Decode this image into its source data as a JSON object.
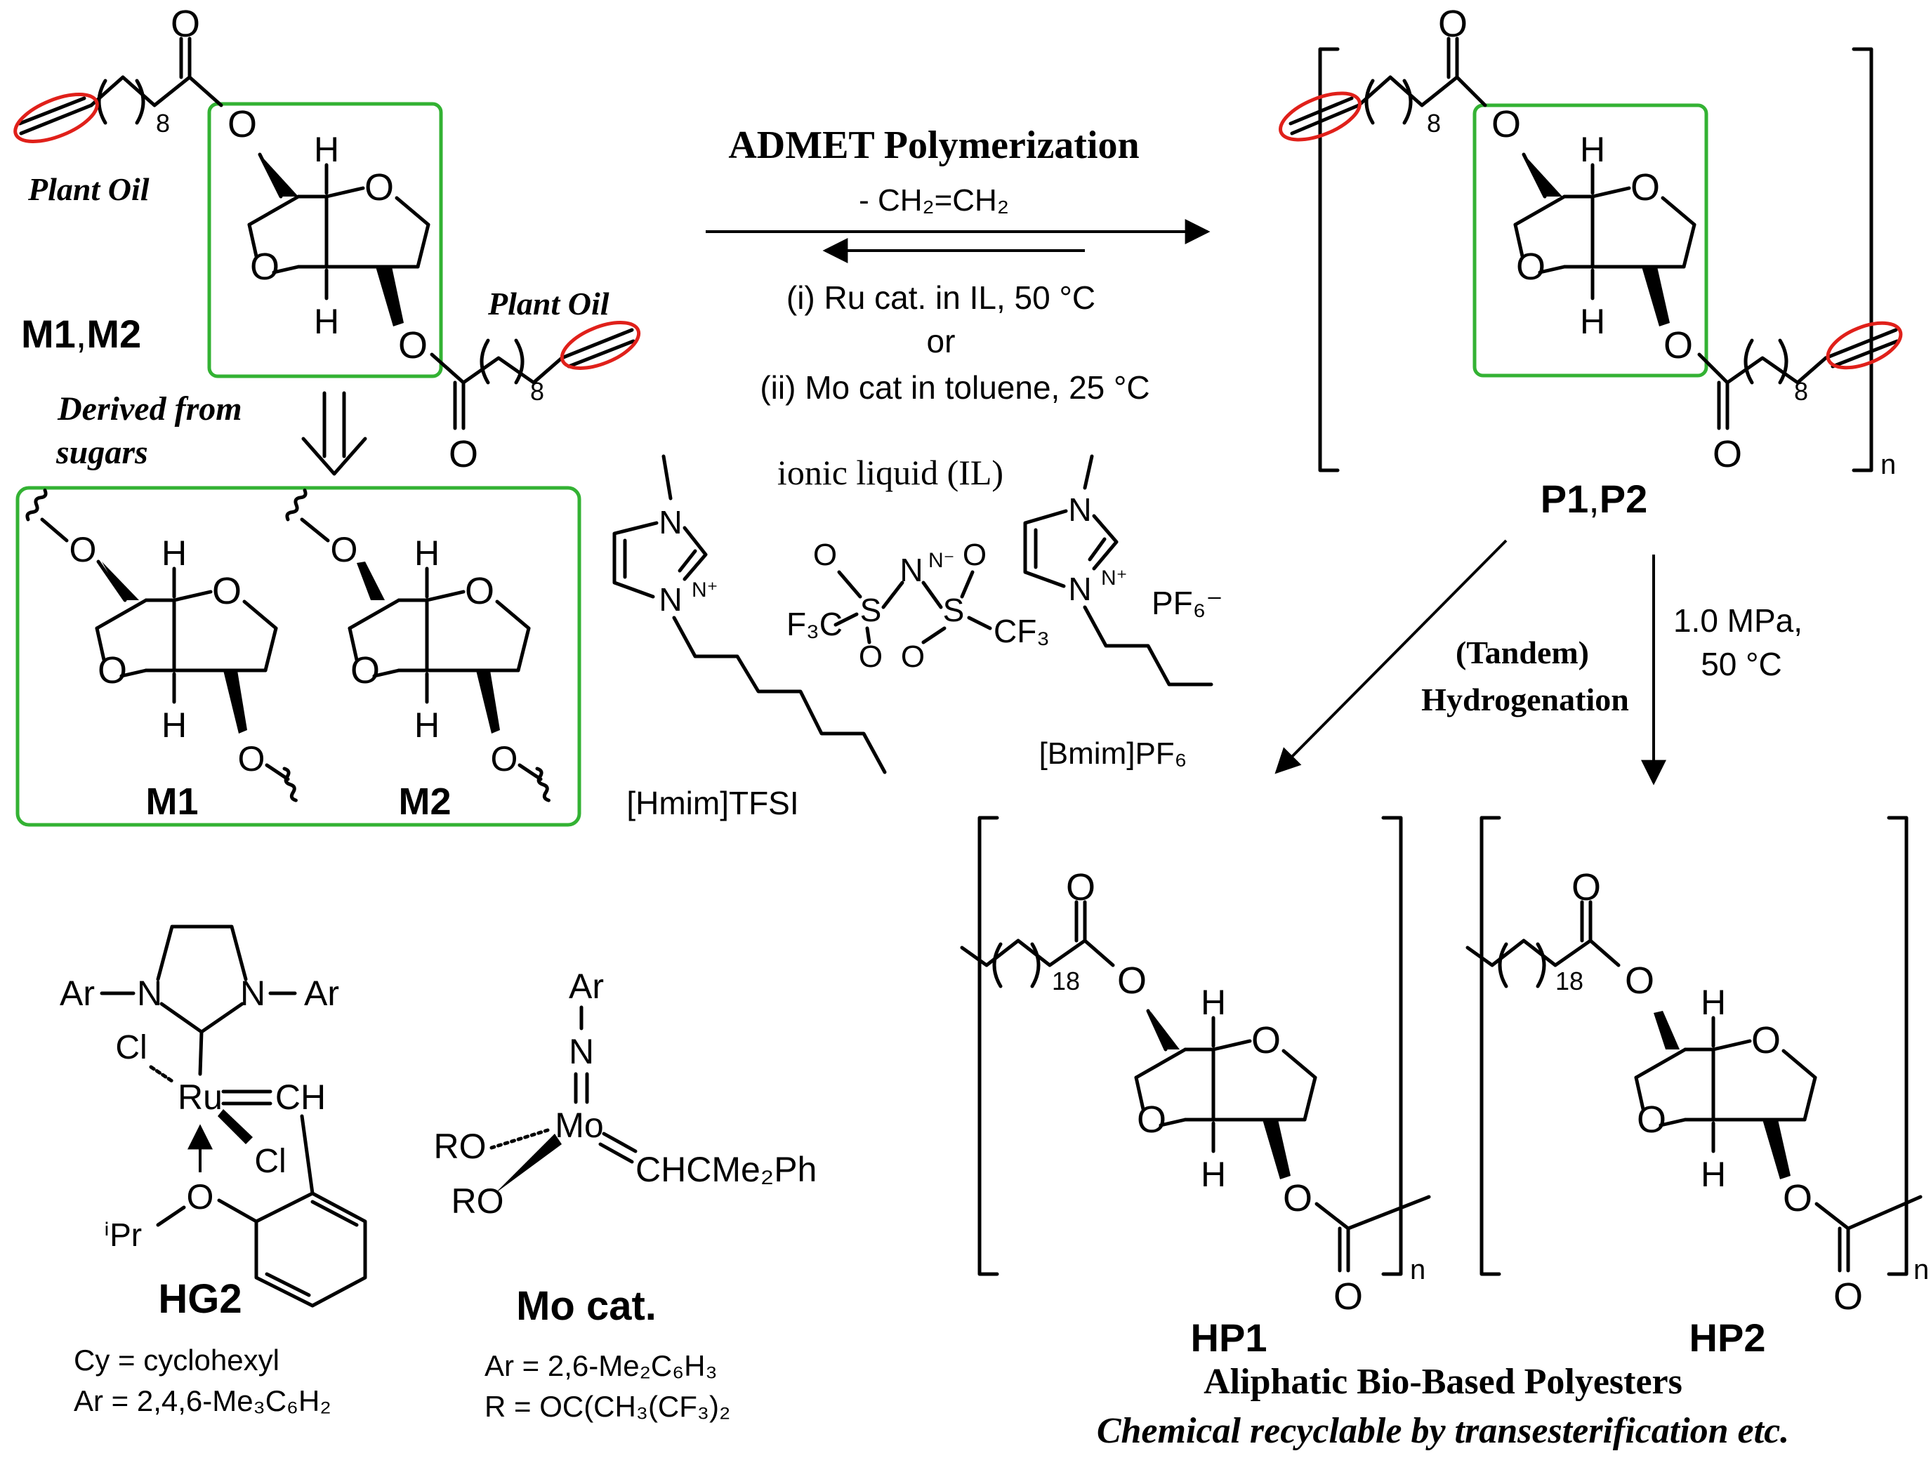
{
  "colors": {
    "highlight_box": "#33b233",
    "alkene_marker": "#e0201a",
    "ink": "#000000"
  },
  "reaction": {
    "title": "ADMET Polymerization",
    "byproduct": "- CH₂=CH₂",
    "condition_1": "(i) Ru cat. in IL, 50 °C",
    "or": "or",
    "condition_2": "(ii) Mo cat in toluene, 25 °C"
  },
  "monomer": {
    "label_m1": "M1",
    "label_sep": ",",
    "label_m2": "M2",
    "plant_oil_1": "Plant Oil",
    "plant_oil_2": "Plant Oil",
    "derived_1": "Derived from",
    "derived_2": "sugars",
    "chain_subscript": "8"
  },
  "isomers": {
    "m1": "M1",
    "m2": "M2"
  },
  "polymer": {
    "label_p1": "P1",
    "label_sep": ",",
    "label_p2": "P2",
    "n": "n"
  },
  "ionic_liquids": {
    "heading": "ionic liquid (IL)",
    "hmim_name": "[Hmim]TFSI",
    "bmim_name": "[Bmim]PF₆",
    "anion_pf6": "PF₆⁻",
    "cf3_left": "F₃C",
    "cf3_right": "CF₃",
    "n_minus": "N⁻",
    "sulfur": "S",
    "oxygen": "O",
    "nplus": "N⁺",
    "nitrogen": "N"
  },
  "hydrogenation": {
    "tandem": "(Tandem)",
    "label": "Hydrogenation",
    "pressure": "1.0 MPa,",
    "temperature": "50 °C"
  },
  "products": {
    "hp1": "HP1",
    "hp2": "HP2",
    "chain_subscript": "18",
    "heading": "Aliphatic Bio-Based Polyesters",
    "subheading": "Chemical recyclable by transesterification etc."
  },
  "catalysts": {
    "hg2": "HG2",
    "hg2_def_cy": "Cy = cyclohexyl",
    "hg2_def_ar": "Ar = 2,4,6-Me₃C₆H₂",
    "mo": "Mo cat.",
    "mo_def_ar": "Ar = 2,6-Me₂C₆H₃",
    "mo_def_r": "R = OC(CH₃(CF₃)₂",
    "atom_ar": "Ar",
    "atom_n": "N",
    "atom_cl": "Cl",
    "atom_ru": "Ru",
    "atom_ch": "CH",
    "atom_o": "O",
    "ipr": "ⁱPr",
    "atom_mo": "Mo",
    "atom_ro": "RO",
    "chcme2ph": "CHCMe₂Ph"
  },
  "atoms": {
    "O": "O",
    "H": "H"
  }
}
